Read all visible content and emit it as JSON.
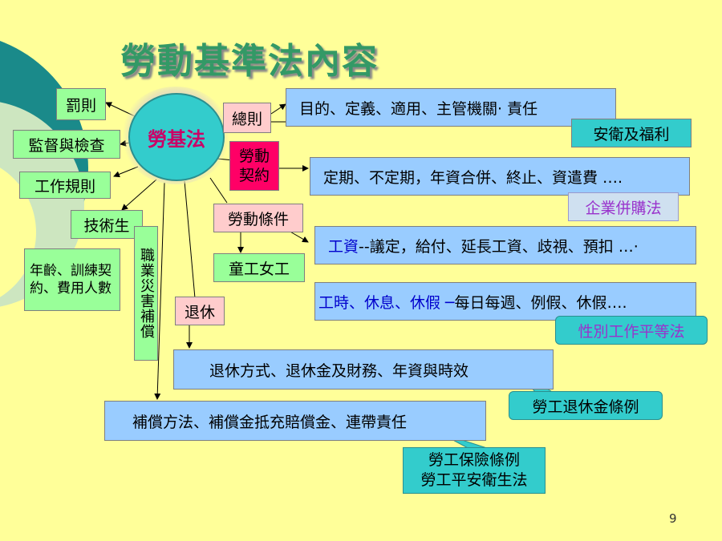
{
  "title": "勞動基準法內容",
  "hub": "勞基法",
  "left": {
    "penalty": "罰則",
    "supervision": "監督與檢查",
    "work_rules": "工作規則",
    "apprentice": "技術生",
    "apprentice_detail": "年齡、訓練契約、費用人數",
    "occupational": "職業災害補償",
    "retirement": "退休"
  },
  "right": {
    "general": "總則",
    "general_detail": "目的、定義、適用、主管機關· 責任",
    "general_callout": "安衛及福利",
    "contract": "勞動契約",
    "contract_detail": "定期、不定期，年資合併、終止、資遣費 ….",
    "contract_callout": "企業併購法",
    "conditions": "勞動條件",
    "wage_label": "工資",
    "wage_detail": "--議定，給付、延長工資、歧視、預扣 …·",
    "hours_label": "工時、休息、休假 ─",
    "hours_detail": " 每日每週、例假、休假….",
    "hours_callout": "性別工作平等法",
    "child_women": "童工女工",
    "retire_detail": "退休方式、退休金及財務、年資與時效",
    "retire_callout": "勞工退休金條例",
    "comp_detail": "補償方法、補償金抵充賠償金、連帶責任",
    "comp_callout_1": "勞工保險條例",
    "comp_callout_2": "勞工平安衛生法"
  },
  "page_number": "9",
  "colors": {
    "background": "#ffff99",
    "title": "#339966",
    "hub": "#33cccc",
    "hub_text": "#cc0066",
    "blue_box": "#99ccff",
    "green_box": "#99ff99",
    "pink_box": "#ffcccc",
    "magenta_box": "#ff0066",
    "callout": "#33cccc",
    "callout_purple_text": "#9933cc"
  }
}
